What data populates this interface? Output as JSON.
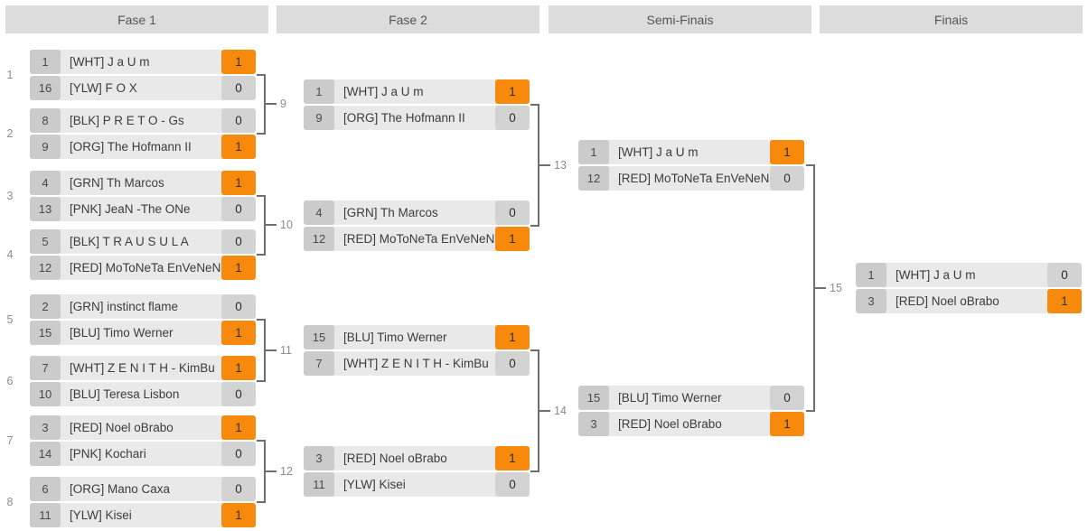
{
  "title": "Tournament bracket",
  "colors": {
    "winner_score_bg": "#F78A0D",
    "score_bg": "#D3D3D3",
    "seed_bg": "#CBCBCB",
    "row_bg": "#E9E9E9",
    "header_bg": "#DCDCDC",
    "connector": "#6E6E6E",
    "label": "#8C8C8C",
    "text": "#3C3C3C",
    "header_text": "#555555"
  },
  "rounds": [
    {
      "label": "Fase 1"
    },
    {
      "label": "Fase 2"
    },
    {
      "label": "Semi-Finais"
    },
    {
      "label": "Finais"
    }
  ],
  "matches": [
    {
      "number": "1",
      "round": "Fase 1",
      "players": [
        {
          "seed": "1",
          "name": "[WHT] J a U m",
          "score": "1",
          "winner": true
        },
        {
          "seed": "16",
          "name": "[YLW] F O X",
          "score": "0",
          "winner": false
        }
      ]
    },
    {
      "number": "2",
      "round": "Fase 1",
      "players": [
        {
          "seed": "8",
          "name": "[BLK] P R E T O - Gs",
          "score": "0",
          "winner": false
        },
        {
          "seed": "9",
          "name": "[ORG] The Hofmann II",
          "score": "1",
          "winner": true
        }
      ]
    },
    {
      "number": "3",
      "round": "Fase 1",
      "players": [
        {
          "seed": "4",
          "name": "[GRN] Th Marcos",
          "score": "1",
          "winner": true
        },
        {
          "seed": "13",
          "name": "[PNK] JeaN -The ONe",
          "score": "0",
          "winner": false
        }
      ]
    },
    {
      "number": "4",
      "round": "Fase 1",
      "players": [
        {
          "seed": "5",
          "name": "[BLK] T R A U S U L A",
          "score": "0",
          "winner": false
        },
        {
          "seed": "12",
          "name": "[RED] MoToNeTa EnVeNeN",
          "score": "1",
          "winner": true
        }
      ]
    },
    {
      "number": "5",
      "round": "Fase 1",
      "players": [
        {
          "seed": "2",
          "name": "[GRN] instinct flame",
          "score": "0",
          "winner": false
        },
        {
          "seed": "15",
          "name": "[BLU] Timo Werner",
          "score": "1",
          "winner": true
        }
      ]
    },
    {
      "number": "6",
      "round": "Fase 1",
      "players": [
        {
          "seed": "7",
          "name": "[WHT] Z E N I T H - KimBu",
          "score": "1",
          "winner": true
        },
        {
          "seed": "10",
          "name": "[BLU] Teresa Lisbon",
          "score": "0",
          "winner": false
        }
      ]
    },
    {
      "number": "7",
      "round": "Fase 1",
      "players": [
        {
          "seed": "3",
          "name": "[RED] Noel oBrabo",
          "score": "1",
          "winner": true
        },
        {
          "seed": "14",
          "name": "[PNK] Kochari",
          "score": "0",
          "winner": false
        }
      ]
    },
    {
      "number": "8",
      "round": "Fase 1",
      "players": [
        {
          "seed": "6",
          "name": "[ORG] Mano Caxa",
          "score": "0",
          "winner": false
        },
        {
          "seed": "11",
          "name": "[YLW] Kisei",
          "score": "1",
          "winner": true
        }
      ]
    },
    {
      "number": "9",
      "round": "Fase 2",
      "players": [
        {
          "seed": "1",
          "name": "[WHT] J a U m",
          "score": "1",
          "winner": true
        },
        {
          "seed": "9",
          "name": "[ORG] The Hofmann II",
          "score": "0",
          "winner": false
        }
      ]
    },
    {
      "number": "10",
      "round": "Fase 2",
      "players": [
        {
          "seed": "4",
          "name": "[GRN] Th Marcos",
          "score": "0",
          "winner": false
        },
        {
          "seed": "12",
          "name": "[RED] MoToNeTa EnVeNeN",
          "score": "1",
          "winner": true
        }
      ]
    },
    {
      "number": "11",
      "round": "Fase 2",
      "players": [
        {
          "seed": "15",
          "name": "[BLU] Timo Werner",
          "score": "1",
          "winner": true
        },
        {
          "seed": "7",
          "name": "[WHT] Z E N I T H - KimBu",
          "score": "0",
          "winner": false
        }
      ]
    },
    {
      "number": "12",
      "round": "Fase 2",
      "players": [
        {
          "seed": "3",
          "name": "[RED] Noel oBrabo",
          "score": "1",
          "winner": true
        },
        {
          "seed": "11",
          "name": "[YLW] Kisei",
          "score": "0",
          "winner": false
        }
      ]
    },
    {
      "number": "13",
      "round": "Semi-Finais",
      "players": [
        {
          "seed": "1",
          "name": "[WHT] J a U m",
          "score": "1",
          "winner": true
        },
        {
          "seed": "12",
          "name": "[RED] MoToNeTa EnVeNeN",
          "score": "0",
          "winner": false
        }
      ]
    },
    {
      "number": "14",
      "round": "Semi-Finais",
      "players": [
        {
          "seed": "15",
          "name": "[BLU] Timo Werner",
          "score": "0",
          "winner": false
        },
        {
          "seed": "3",
          "name": "[RED] Noel oBrabo",
          "score": "1",
          "winner": true
        }
      ]
    },
    {
      "number": "15",
      "round": "Finais",
      "players": [
        {
          "seed": "1",
          "name": "[WHT] J a U m",
          "score": "0",
          "winner": false
        },
        {
          "seed": "3",
          "name": "[RED] Noel oBrabo",
          "score": "1",
          "winner": true
        }
      ]
    }
  ]
}
